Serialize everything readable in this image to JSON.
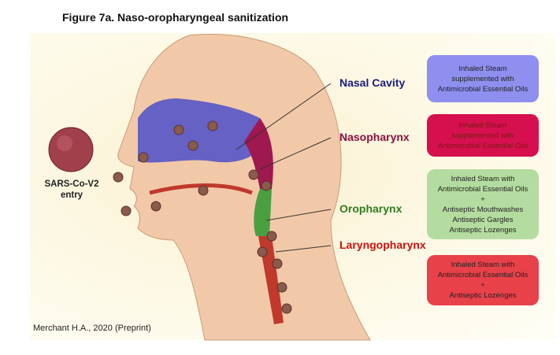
{
  "title": "Figure 7a. Naso-oropharyngeal sanitization",
  "virus_label": {
    "line1": "SARS-Co-V2",
    "line2": "entry"
  },
  "credit": "Merchant H.A., 2020 (Preprint)",
  "regions": [
    {
      "name": "Nasal Cavity",
      "color": "#1b1b80",
      "box_color": "#8f8ff0",
      "lines": [
        "Inhaled Steam",
        "supplemented with",
        "Antimicrobial Essential Oils"
      ]
    },
    {
      "name": "Nasopharynx",
      "color": "#8b1040",
      "box_color": "#d6104f",
      "lines": [
        "Inhaled Steam",
        "supplemented with",
        "Antimicrobial Essential Oils"
      ]
    },
    {
      "name": "Oropharynx",
      "color": "#2e7d1e",
      "box_color": "#b5dca0",
      "lines": [
        "Inhaled Steam with",
        "Antimicrobial Essential Oils",
        "+",
        "Antiseptic Mouthwashes",
        "Antiseptic Gargles",
        "Antiseptic Lozenges"
      ]
    },
    {
      "name": "Laryngopharynx",
      "color": "#cc1010",
      "box_color": "#e8414a",
      "lines": [
        "Inhaled Steam with",
        "Antimicrobial Essential Oils",
        "+",
        "Antiseptic Lozenges"
      ]
    }
  ]
}
